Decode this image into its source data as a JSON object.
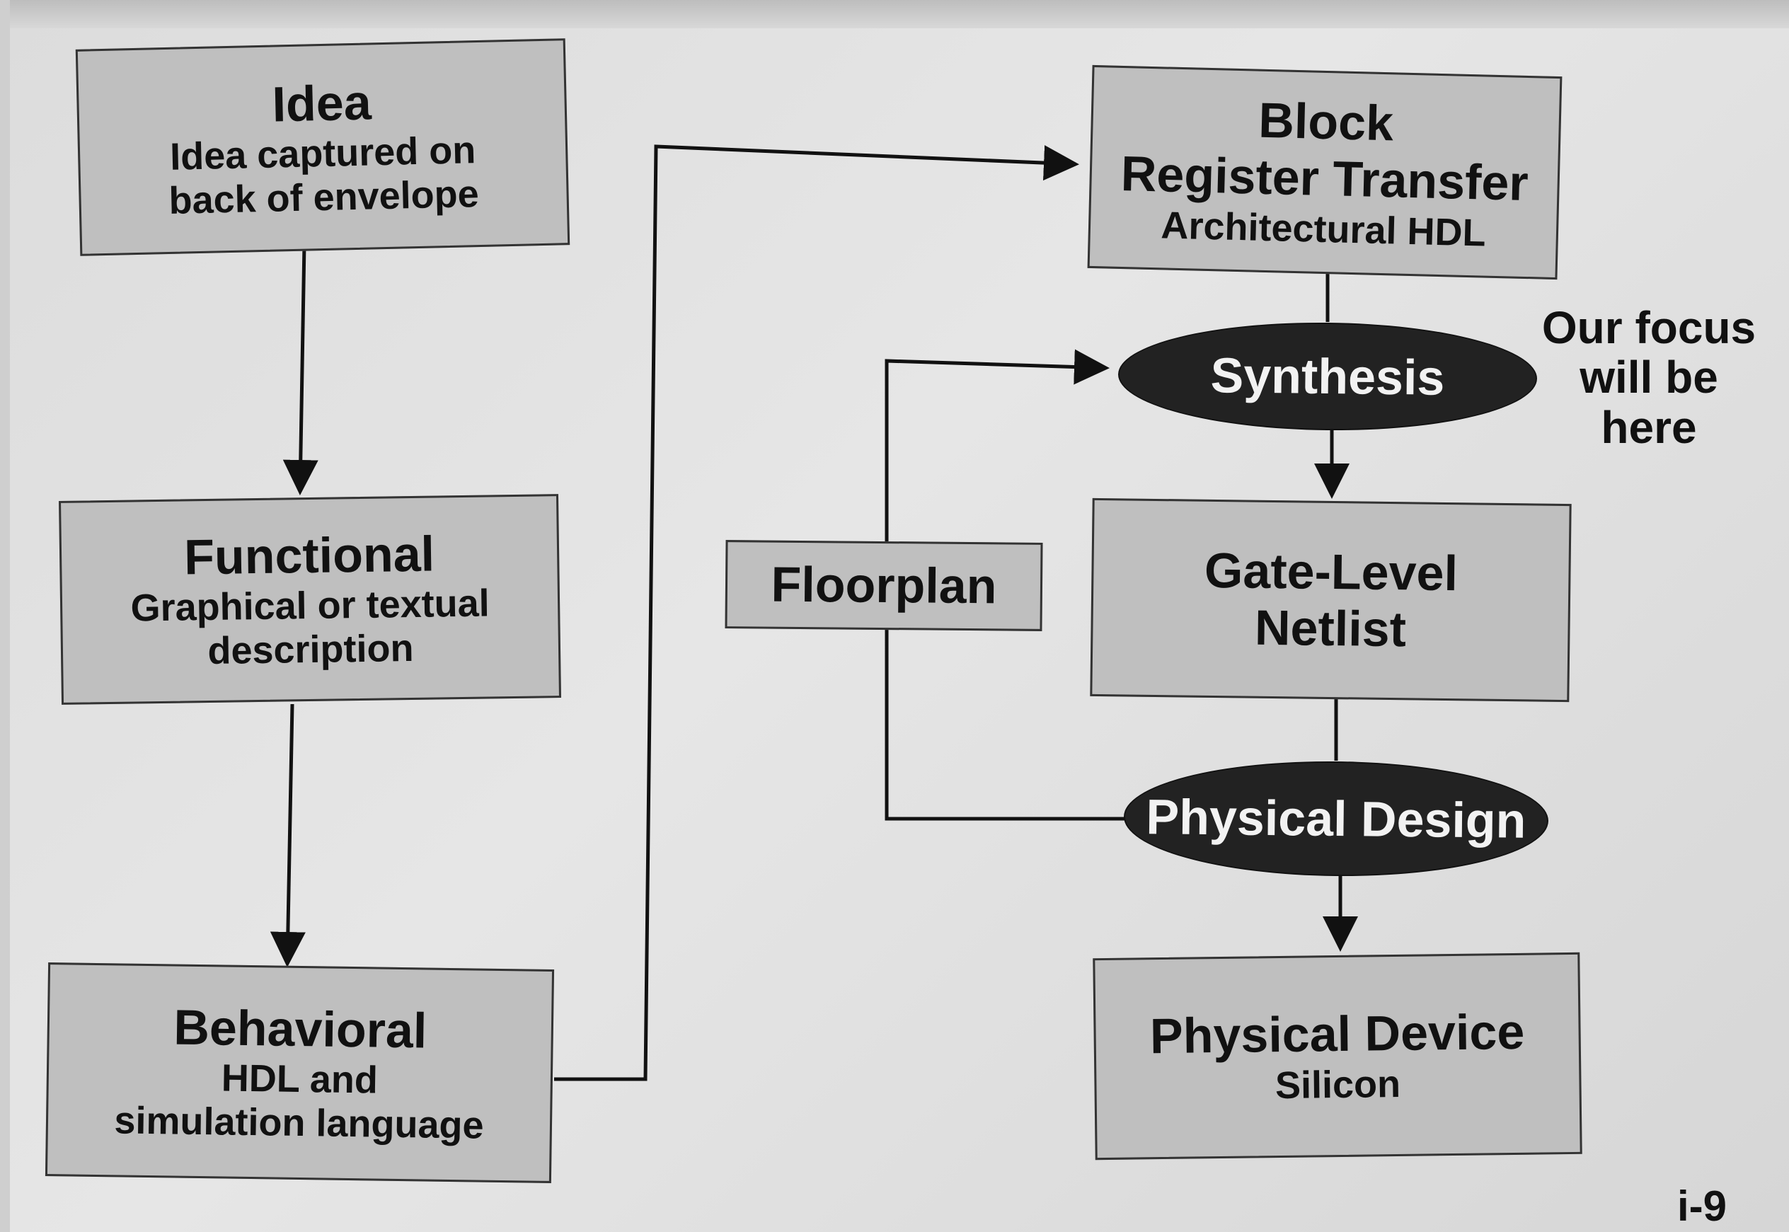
{
  "boxes": {
    "idea": {
      "title": "Idea",
      "sub": "Idea captured on\nback of envelope"
    },
    "functional": {
      "title": "Functional",
      "sub": "Graphical or textual\ndescription"
    },
    "behavioral": {
      "title": "Behavioral",
      "sub": "HDL and\nsimulation language"
    },
    "block": {
      "title": "Block\nRegister Transfer",
      "sub": "Architectural HDL"
    },
    "gate_level": {
      "title": "Gate-Level\nNetlist"
    },
    "floorplan": {
      "title": "Floorplan"
    },
    "physical_device": {
      "title": "Physical Device",
      "sub": "Silicon"
    }
  },
  "steps": {
    "synthesis": "Synthesis",
    "physical_design": "Physical Design"
  },
  "focus_note": "Our focus\nwill be\nhere",
  "page_number": "i-9"
}
